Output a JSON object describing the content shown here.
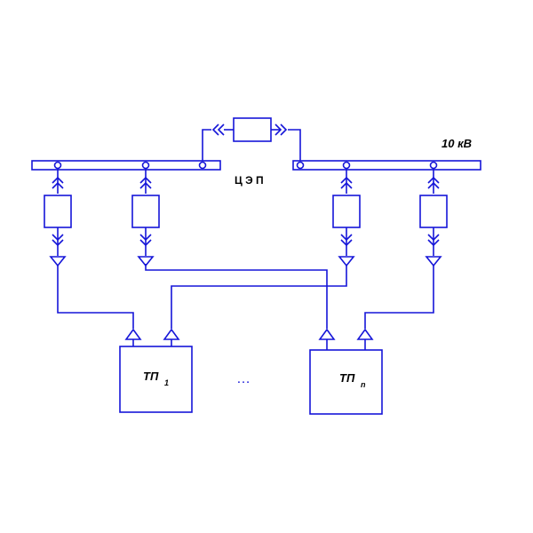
{
  "diagram": {
    "voltage_label": "10 кВ",
    "center_label": "Ц Э П",
    "ellipsis": "…",
    "substation_1": {
      "label": "ТП",
      "subscript": "1"
    },
    "substation_n": {
      "label": "ТП",
      "subscript": "n"
    },
    "line_color": "#1515d8"
  }
}
